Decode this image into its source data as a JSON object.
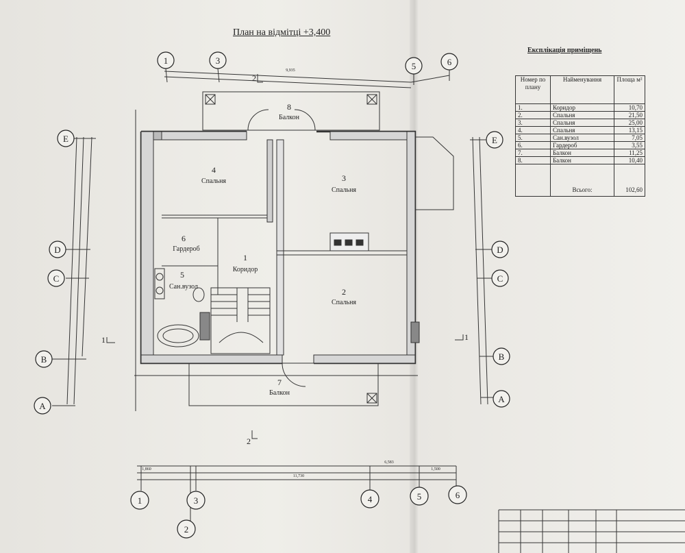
{
  "title": "План на відмітці +3,400",
  "explication": {
    "title": "Експлікація приміщень",
    "headers": [
      "Номер по плану",
      "Найменування",
      "Площа м²"
    ],
    "rows": [
      {
        "num": "1.",
        "name": "Коридор",
        "area": "10,70"
      },
      {
        "num": "2.",
        "name": "Спальня",
        "area": "21,50"
      },
      {
        "num": "3.",
        "name": "Спальня",
        "area": "25,00"
      },
      {
        "num": "4.",
        "name": "Спальня",
        "area": "13,15"
      },
      {
        "num": "5.",
        "name": "Сан.вузол",
        "area": "7,05"
      },
      {
        "num": "6.",
        "name": "Гардероб",
        "area": "3,55"
      },
      {
        "num": "7.",
        "name": "Балкон",
        "area": "11,25"
      },
      {
        "num": "8.",
        "name": "Балкон",
        "area": "10,40"
      }
    ],
    "total_label": "Всього:",
    "total_value": "102,60"
  },
  "rooms": [
    {
      "num": "1",
      "name": "Коридор"
    },
    {
      "num": "2",
      "name": "Спальня"
    },
    {
      "num": "3",
      "name": "Спальня"
    },
    {
      "num": "4",
      "name": "Спальня"
    },
    {
      "num": "5",
      "name": "Сан.вузол"
    },
    {
      "num": "6",
      "name": "Гардероб"
    },
    {
      "num": "7",
      "name": "Балкон"
    },
    {
      "num": "8",
      "name": "Балкон"
    }
  ],
  "axes": {
    "top": [
      "1",
      "3",
      "5",
      "6"
    ],
    "bottom": [
      "1",
      "2",
      "3",
      "4",
      "5",
      "6"
    ],
    "left": [
      "E",
      "D",
      "C",
      "B",
      "A"
    ],
    "right": [
      "E",
      "D",
      "C",
      "B",
      "A"
    ]
  },
  "section_marks": {
    "s1": "1",
    "s2": "2"
  },
  "dimensions": {
    "top_overall": "9,935",
    "bottom_overall": "11,730",
    "bottom_left": "1,860",
    "bottom_mid": "6,583",
    "bottom_right": "1,500"
  }
}
